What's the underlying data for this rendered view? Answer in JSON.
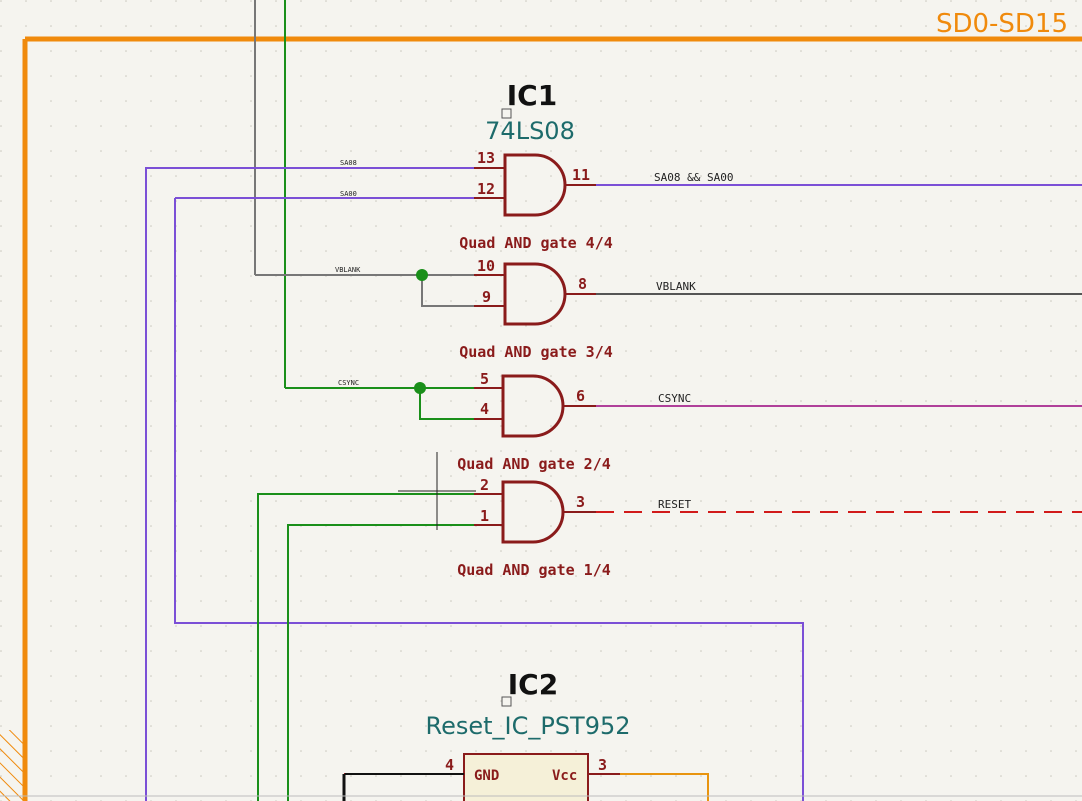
{
  "bus": {
    "label": "SD0-SD15",
    "color": "#f08a0c"
  },
  "ic1": {
    "ref": "IC1",
    "value": "74LS08",
    "gates": [
      {
        "unit_label": "Quad AND gate 4/4",
        "pin_in_a": "13",
        "pin_in_b": "12",
        "pin_out": "11",
        "net_in_a": "SA08",
        "net_in_b": "SA00",
        "net_out": "SA08 && SA00"
      },
      {
        "unit_label": "Quad AND gate 3/4",
        "pin_in_a": "10",
        "pin_in_b": "9",
        "pin_out": "8",
        "net_in_a": "VBLANK",
        "net_out": "VBLANK"
      },
      {
        "unit_label": "Quad AND gate 2/4",
        "pin_in_a": "5",
        "pin_in_b": "4",
        "pin_out": "6",
        "net_in_a": "CSYNC",
        "net_out": "CSYNC"
      },
      {
        "unit_label": "Quad AND gate 1/4",
        "pin_in_a": "2",
        "pin_in_b": "1",
        "pin_out": "3",
        "net_out": "RESET"
      }
    ]
  },
  "ic2": {
    "ref": "IC2",
    "value": "Reset_IC_PST952",
    "pin_gnd_num": "4",
    "pin_gnd_name": "GND",
    "pin_vcc_num": "3",
    "pin_vcc_name": "Vcc"
  },
  "colors": {
    "component": "#8a1b1b",
    "wire_purple": "#7b4fd6",
    "wire_green": "#1a8f1a",
    "wire_gray": "#555555",
    "wire_magenta": "#b0409a",
    "wire_red_dashed": "#d11a1a",
    "wire_orange": "#e8940f"
  }
}
